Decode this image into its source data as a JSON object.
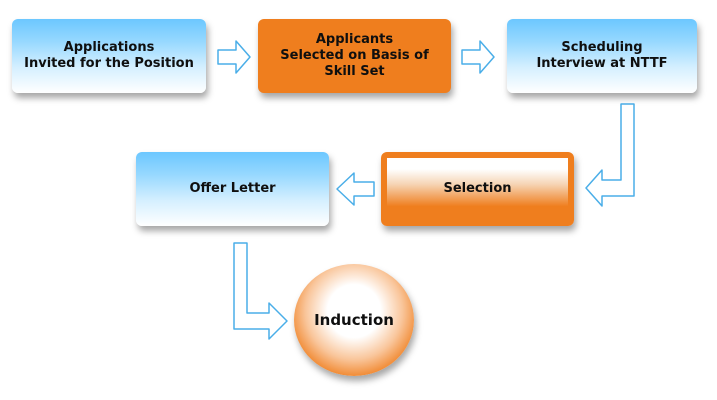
{
  "diagram": {
    "nodes": {
      "applications": "Applications\nInvited for the Position",
      "applicants_selected": "Applicants\nSelected on Basis of\nSkill Set",
      "scheduling": "Scheduling\nInterview at NTTF",
      "selection": "Selection",
      "offer_letter": "Offer Letter",
      "induction": "Induction"
    }
  },
  "colors": {
    "blue_accent": "#6cc7ff",
    "orange_accent": "#ef7e1e",
    "arrow_outline": "#4aaee8"
  }
}
